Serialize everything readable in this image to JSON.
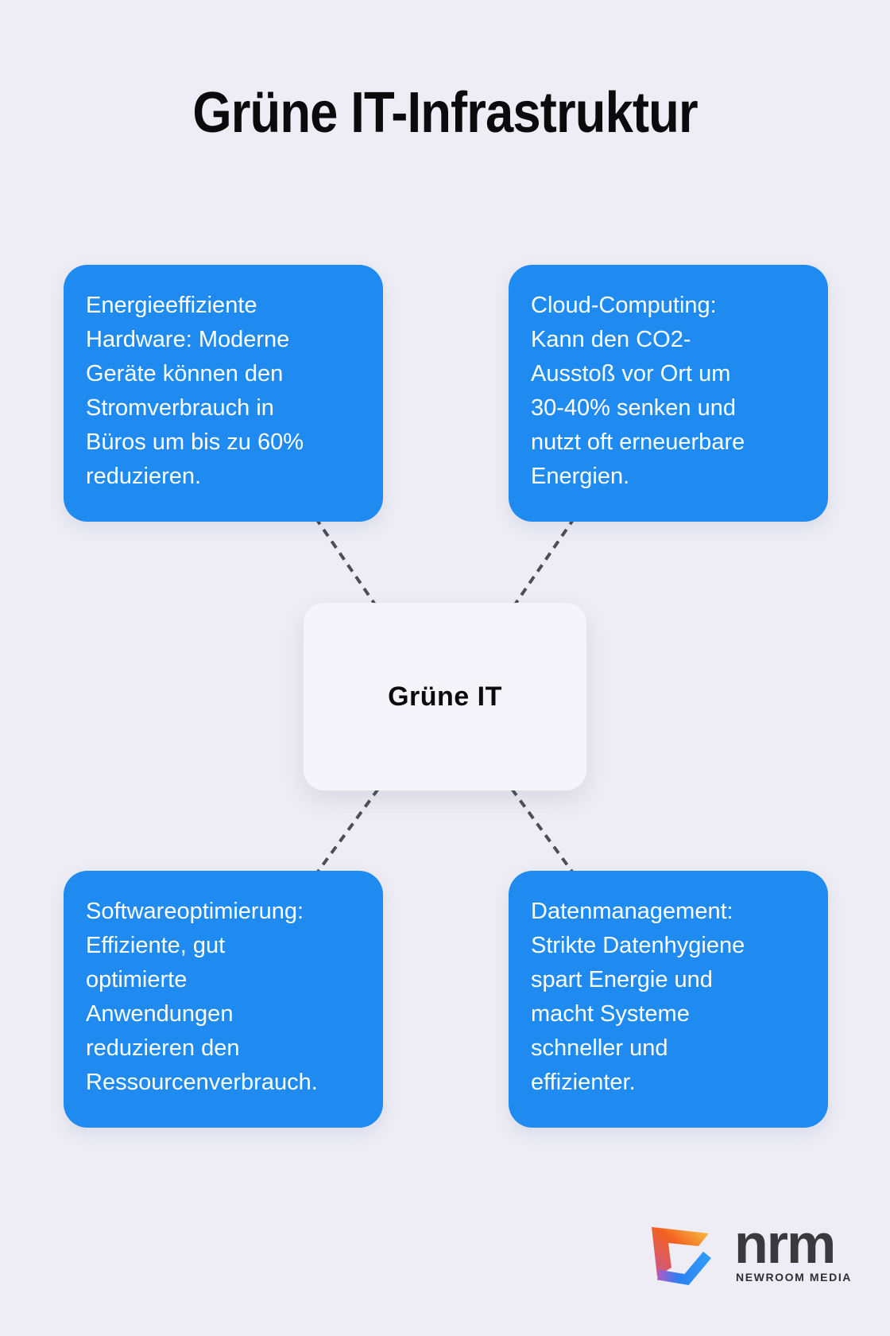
{
  "page": {
    "title": "Grüne IT-Infrastruktur",
    "background_color": "#eeedf5",
    "accent_blue": "#1f8bf1",
    "connector_color": "#4d4d54"
  },
  "diagram": {
    "center_node": {
      "label": "Grüne IT"
    },
    "nodes": [
      {
        "id": "top-left",
        "text": "Energieeffiziente\nHardware: Moderne\nGeräte können den\nStromverbrauch in\nBüros um bis zu 60%\nreduzieren."
      },
      {
        "id": "top-right",
        "text": "Cloud-Computing:\nKann den CO2-\nAusstoß vor Ort um\n30-40% senken und\nnutzt oft erneuerbare\nEnergien."
      },
      {
        "id": "bottom-left",
        "text": "Softwareoptimierung:\nEffiziente, gut\noptimierte\nAnwendungen\nreduzieren den\nRessourcenverbrauch."
      },
      {
        "id": "bottom-right",
        "text": "Datenmanagement:\nStrikte Datenhygiene\nspart Energie und\nmacht Systeme\nschneller und\neffizienter."
      }
    ]
  },
  "logo": {
    "wordmark": "nrm",
    "subtext": "NEWROOM MEDIA",
    "icon": "newroom-media-logo-icon",
    "wordmark_color": "#3a3a3e",
    "glyph_colors": [
      "#f8c94a",
      "#f2611f",
      "#c8559b",
      "#2e7ef3"
    ]
  }
}
